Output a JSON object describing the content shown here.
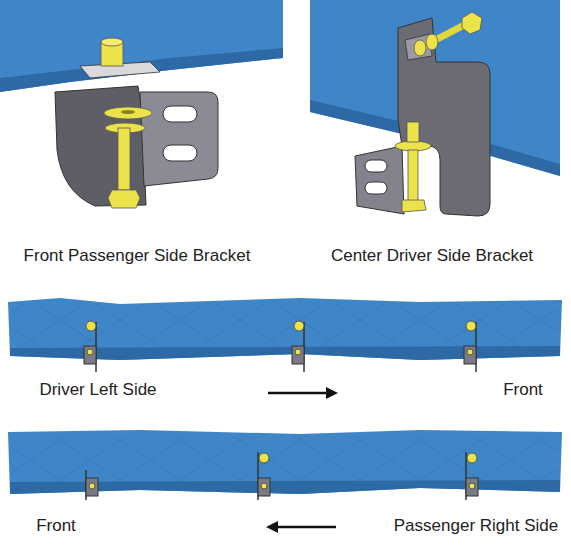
{
  "diagram": {
    "labels": [
      "Front Passenger Side Bracket",
      "Center Driver Side Bracket",
      "Driver Left Side",
      "Front",
      "Front",
      "Passenger Right Side"
    ]
  }
}
